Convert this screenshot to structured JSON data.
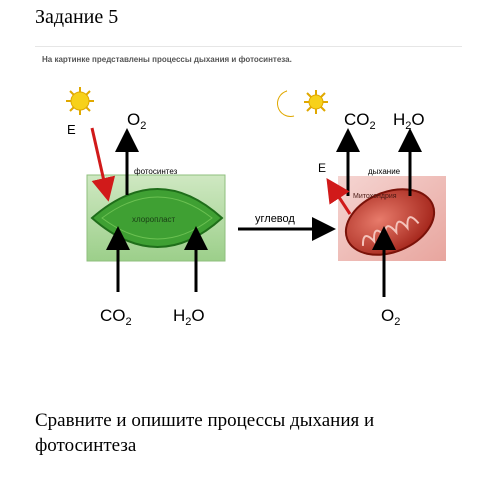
{
  "header": {
    "title": "Задание 5"
  },
  "intro": "На картинке представлены процессы дыхания и фотосинтеза.",
  "photosynthesis": {
    "energy_label": "E",
    "o2_label": "O",
    "o2_sub": "2",
    "process_label": "фотосинтез",
    "organelle_label": "хлоропласт",
    "co2_label": "CO",
    "co2_sub": "2",
    "h2o_label": "H",
    "h2o_sub": "2",
    "h2o_tail": "O"
  },
  "transfer_label": "углевод",
  "respiration": {
    "co2_label": "CO",
    "co2_sub": "2",
    "h2o_label": "H",
    "h2o_sub": "2",
    "h2o_tail": "O",
    "energy_label": "E",
    "process_label": "дыхание",
    "organelle_label": "Митохондрия",
    "o2_label": "O",
    "o2_sub": "2"
  },
  "question": "Сравните и опишите процессы дыхания и фотосинтеза",
  "colors": {
    "leaf": "#3fa033",
    "box": "#a9d69a",
    "mito": "#c0392b",
    "energy_arrow": "#d11a1a",
    "sun": "#f7d11a"
  }
}
